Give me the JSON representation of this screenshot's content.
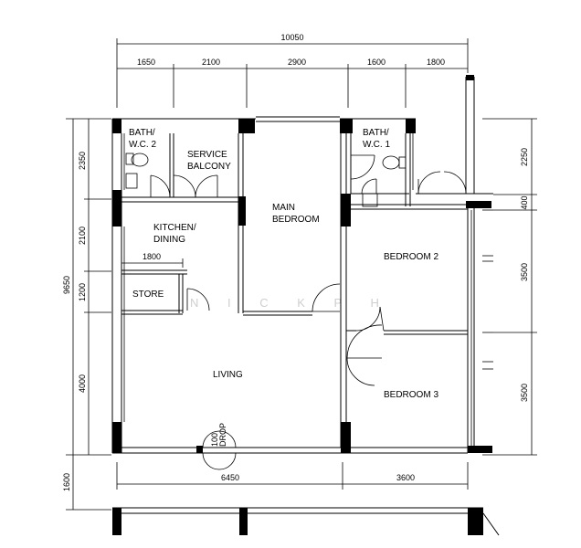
{
  "dimensions": {
    "top_total": "10050",
    "top_segments": [
      "1650",
      "2100",
      "2900",
      "1600",
      "1800"
    ],
    "left_total": "9650",
    "left_segments": [
      "2350",
      "2100",
      "1200",
      "4000"
    ],
    "left_extra": "1600",
    "right_segments": [
      "2250",
      "400",
      "3500",
      "3500"
    ],
    "bottom_segments": [
      "6450",
      "3600"
    ],
    "store_width": "1800"
  },
  "rooms": {
    "bath2": [
      "BATH/",
      "W.C. 2"
    ],
    "service_balcony": [
      "SERVICE",
      "BALCONY"
    ],
    "bath1": [
      "BATH/",
      "W.C. 1"
    ],
    "main_bedroom": [
      "MAIN",
      "BEDROOM"
    ],
    "kitchen": [
      "KITCHEN/",
      "DINING"
    ],
    "store": "STORE",
    "bedroom2": "BEDROOM 2",
    "bedroom3": "BEDROOM 3",
    "living": "LIVING",
    "refuse_chute": [
      "100",
      "DROP"
    ]
  },
  "watermark": "N I C K  P H"
}
